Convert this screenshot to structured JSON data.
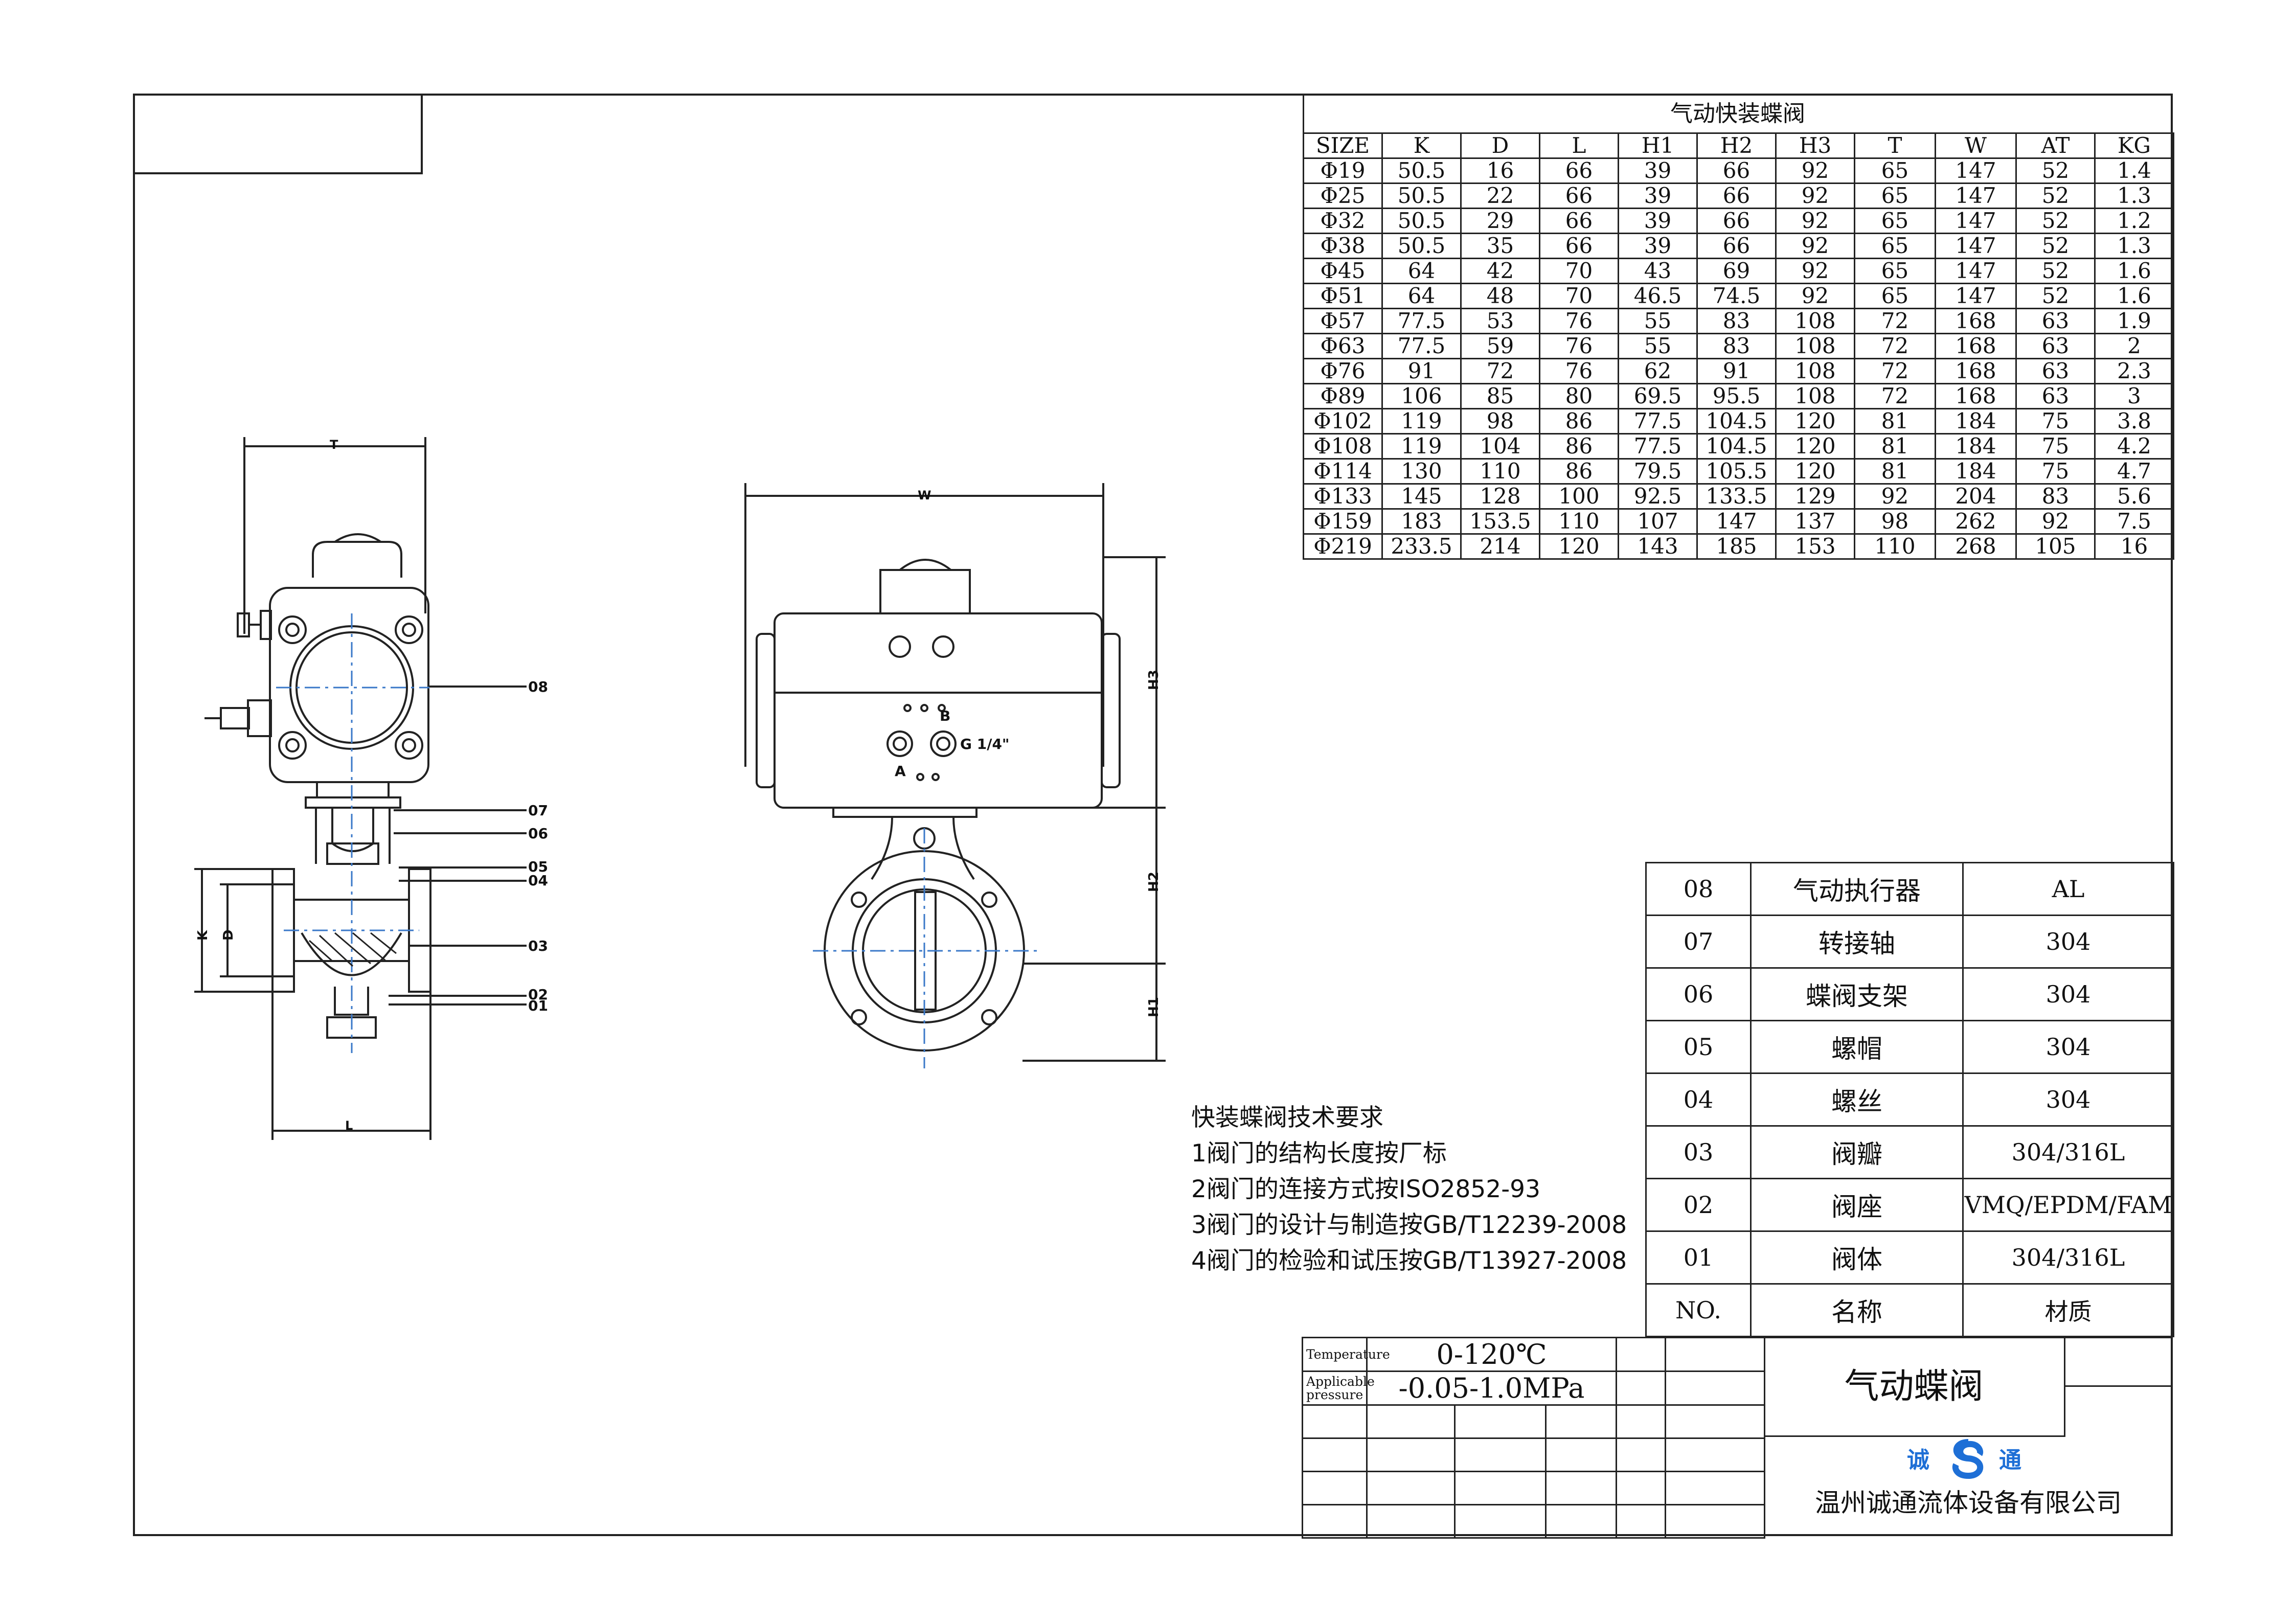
{
  "dimension_table": {
    "title": "气动快装蝶阀",
    "headers": [
      "SIZE",
      "K",
      "D",
      "L",
      "H1",
      "H2",
      "H3",
      "T",
      "W",
      "AT",
      "KG"
    ],
    "rows": [
      [
        "Φ19",
        "50.5",
        "16",
        "66",
        "39",
        "66",
        "92",
        "65",
        "147",
        "52",
        "1.4"
      ],
      [
        "Φ25",
        "50.5",
        "22",
        "66",
        "39",
        "66",
        "92",
        "65",
        "147",
        "52",
        "1.3"
      ],
      [
        "Φ32",
        "50.5",
        "29",
        "66",
        "39",
        "66",
        "92",
        "65",
        "147",
        "52",
        "1.2"
      ],
      [
        "Φ38",
        "50.5",
        "35",
        "66",
        "39",
        "66",
        "92",
        "65",
        "147",
        "52",
        "1.3"
      ],
      [
        "Φ45",
        "64",
        "42",
        "70",
        "43",
        "69",
        "92",
        "65",
        "147",
        "52",
        "1.6"
      ],
      [
        "Φ51",
        "64",
        "48",
        "70",
        "46.5",
        "74.5",
        "92",
        "65",
        "147",
        "52",
        "1.6"
      ],
      [
        "Φ57",
        "77.5",
        "53",
        "76",
        "55",
        "83",
        "108",
        "72",
        "168",
        "63",
        "1.9"
      ],
      [
        "Φ63",
        "77.5",
        "59",
        "76",
        "55",
        "83",
        "108",
        "72",
        "168",
        "63",
        "2"
      ],
      [
        "Φ76",
        "91",
        "72",
        "76",
        "62",
        "91",
        "108",
        "72",
        "168",
        "63",
        "2.3"
      ],
      [
        "Φ89",
        "106",
        "85",
        "80",
        "69.5",
        "95.5",
        "108",
        "72",
        "168",
        "63",
        "3"
      ],
      [
        "Φ102",
        "119",
        "98",
        "86",
        "77.5",
        "104.5",
        "120",
        "81",
        "184",
        "75",
        "3.8"
      ],
      [
        "Φ108",
        "119",
        "104",
        "86",
        "77.5",
        "104.5",
        "120",
        "81",
        "184",
        "75",
        "4.2"
      ],
      [
        "Φ114",
        "130",
        "110",
        "86",
        "79.5",
        "105.5",
        "120",
        "81",
        "184",
        "75",
        "4.7"
      ],
      [
        "Φ133",
        "145",
        "128",
        "100",
        "92.5",
        "133.5",
        "129",
        "92",
        "204",
        "83",
        "5.6"
      ],
      [
        "Φ159",
        "183",
        "153.5",
        "110",
        "107",
        "147",
        "137",
        "98",
        "262",
        "92",
        "7.5"
      ],
      [
        "Φ219",
        "233.5",
        "214",
        "120",
        "143",
        "185",
        "153",
        "110",
        "268",
        "105",
        "16"
      ]
    ]
  },
  "parts": [
    {
      "no": "08",
      "name": "气动执行器",
      "material": "AL"
    },
    {
      "no": "07",
      "name": "转接轴",
      "material": "304"
    },
    {
      "no": "06",
      "name": "蝶阀支架",
      "material": "304"
    },
    {
      "no": "05",
      "name": "螺帽",
      "material": "304"
    },
    {
      "no": "04",
      "name": "螺丝",
      "material": "304"
    },
    {
      "no": "03",
      "name": "阀瓣",
      "material": "304/316L"
    },
    {
      "no": "02",
      "name": "阀座",
      "material": "VMQ/EPDM/FAM"
    },
    {
      "no": "01",
      "name": "阀体",
      "material": "304/316L"
    },
    {
      "no": "NO.",
      "name": "名称",
      "material": "材质"
    }
  ],
  "tech_requirements": {
    "title": "快装蝶阀技术要求",
    "items": [
      "1阀门的结构长度按厂标",
      "2阀门的连接方式按ISO2852-93",
      "3阀门的设计与制造按GB/T12239-2008",
      "4阀门的检验和试压按GB/T13927-2008"
    ]
  },
  "specs": {
    "temperature_label": "Temperature",
    "temperature_value": "0-120℃",
    "pressure_label_1": "Applicable",
    "pressure_label_2": "pressure",
    "pressure_value": "-0.05-1.0MPa"
  },
  "title_block": {
    "product": "气动蝶阀",
    "logo_left": "诚",
    "logo_right": "通",
    "company": "温州诚通流体设备有限公司"
  },
  "drawing_labels": {
    "side_view_callouts": [
      "08",
      "07",
      "06",
      "05",
      "04",
      "03",
      "02",
      "01"
    ],
    "dims_side": [
      "T",
      "K",
      "D",
      "L"
    ],
    "dims_front": [
      "W",
      "H3",
      "H2",
      "H1"
    ],
    "ports": [
      "A",
      "B",
      "G 1/4\""
    ]
  },
  "colors": {
    "line": "#222222",
    "blue_center": "#3a78c8",
    "logo_blue": "#1e6fd6"
  }
}
